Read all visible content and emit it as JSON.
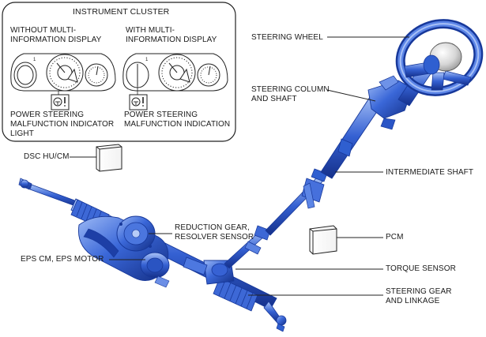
{
  "diagram": {
    "instrument_cluster": {
      "title": "INSTRUMENT CLUSTER",
      "left_panel_label": "WITHOUT MULTI-\nINFORMATION DISPLAY",
      "right_panel_label": "WITH MULTI-\nINFORMATION DISPLAY",
      "left_indicator_label": "POWER STEERING\nMALFUNCTION INDICATOR\nLIGHT",
      "right_indicator_label": "POWER STEERING\nMALFUNCTION INDICATION"
    },
    "components": {
      "steering_wheel": "STEERING WHEEL",
      "steering_column": "STEERING COLUMN\nAND SHAFT",
      "intermediate_shaft": "INTERMEDIATE SHAFT",
      "dsc": "DSC HU/CM",
      "reduction_gear": "REDUCTION GEAR,\nRESOLVER SENSOR",
      "eps": "EPS CM, EPS MOTOR",
      "pcm": "PCM",
      "torque_sensor": "TORQUE SENSOR",
      "steering_gear": "STEERING GEAR\nAND LINKAGE"
    },
    "colors": {
      "part_blue": "#2f5fd0",
      "part_dark": "#17389a",
      "part_light": "#8fb0f2",
      "line": "#222222"
    }
  }
}
